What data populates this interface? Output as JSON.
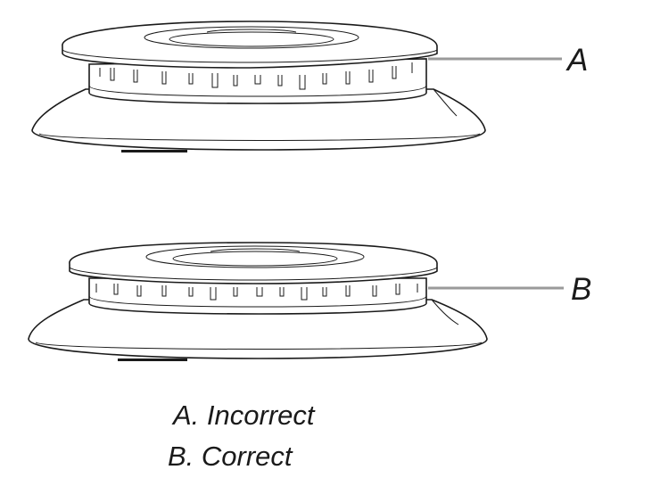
{
  "callouts": {
    "a": "A",
    "b": "B"
  },
  "captions": {
    "a": "A. Incorrect",
    "b": "B. Correct"
  },
  "colors": {
    "line": "#1a1a1a",
    "leader": "#9a9a9a",
    "background": "#ffffff"
  }
}
